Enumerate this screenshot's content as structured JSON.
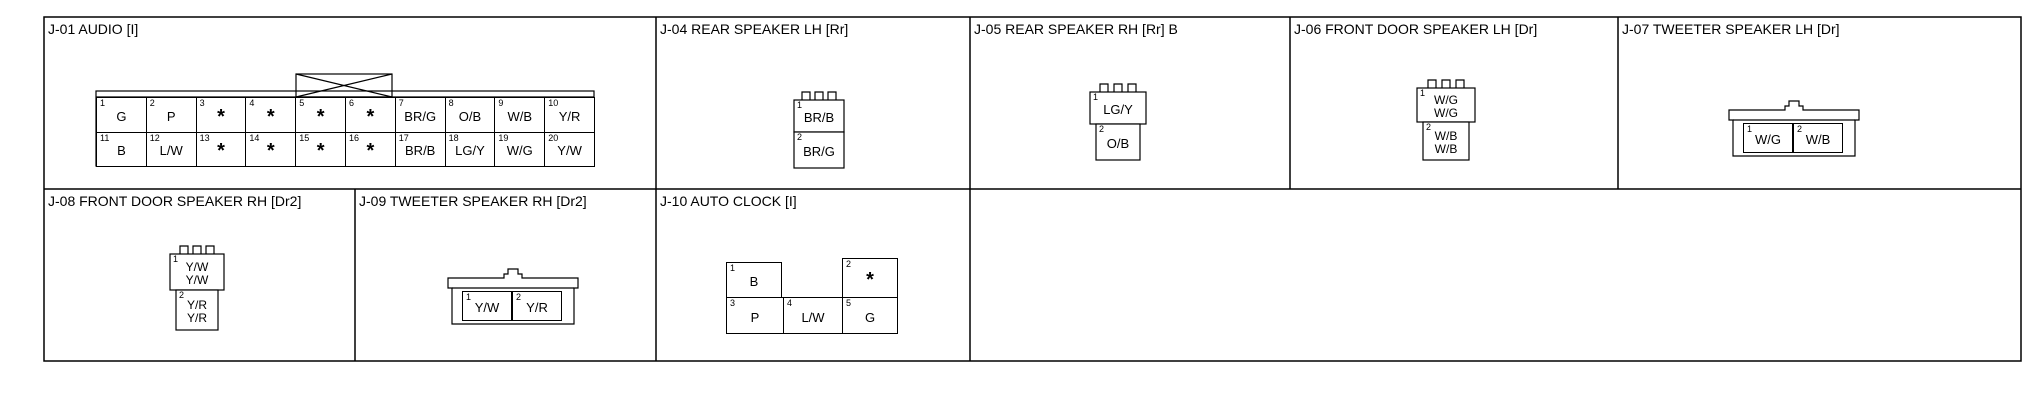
{
  "connectors": [
    {
      "id": "j01",
      "title": "J-01 AUDIO [I]",
      "pins": [
        {
          "n": "1",
          "w": "G"
        },
        {
          "n": "2",
          "w": "P"
        },
        {
          "n": "3",
          "w": "*"
        },
        {
          "n": "4",
          "w": "*"
        },
        {
          "n": "5",
          "w": "*"
        },
        {
          "n": "6",
          "w": "*"
        },
        {
          "n": "7",
          "w": "BR/G"
        },
        {
          "n": "8",
          "w": "O/B"
        },
        {
          "n": "9",
          "w": "W/B"
        },
        {
          "n": "10",
          "w": "Y/R"
        },
        {
          "n": "11",
          "w": "B"
        },
        {
          "n": "12",
          "w": "L/W"
        },
        {
          "n": "13",
          "w": "*"
        },
        {
          "n": "14",
          "w": "*"
        },
        {
          "n": "15",
          "w": "*"
        },
        {
          "n": "16",
          "w": "*"
        },
        {
          "n": "17",
          "w": "BR/B"
        },
        {
          "n": "18",
          "w": "LG/Y"
        },
        {
          "n": "19",
          "w": "W/G"
        },
        {
          "n": "20",
          "w": "Y/W"
        }
      ]
    },
    {
      "id": "j04",
      "title": "J-04 REAR SPEAKER LH [Rr]",
      "pins": [
        {
          "n": "1",
          "w": "BR/B"
        },
        {
          "n": "2",
          "w": "BR/G"
        }
      ]
    },
    {
      "id": "j05",
      "title": "J-05 REAR SPEAKER RH [Rr] B",
      "pins": [
        {
          "n": "1",
          "w": "LG/Y"
        },
        {
          "n": "2",
          "w": "O/B"
        }
      ]
    },
    {
      "id": "j06",
      "title": "J-06 FRONT DOOR SPEAKER LH [Dr]",
      "pins": [
        {
          "n": "1",
          "w": "W/G\nW/G"
        },
        {
          "n": "2",
          "w": "W/B\nW/B"
        }
      ]
    },
    {
      "id": "j07",
      "title": "J-07 TWEETER SPEAKER LH [Dr]",
      "pins": [
        {
          "n": "1",
          "w": "W/G"
        },
        {
          "n": "2",
          "w": "W/B"
        }
      ]
    },
    {
      "id": "j08",
      "title": "J-08 FRONT DOOR SPEAKER RH [Dr2]",
      "pins": [
        {
          "n": "1",
          "w": "Y/W\nY/W"
        },
        {
          "n": "2",
          "w": "Y/R\nY/R"
        }
      ]
    },
    {
      "id": "j09",
      "title": "J-09 TWEETER SPEAKER RH [Dr2]",
      "pins": [
        {
          "n": "1",
          "w": "Y/W"
        },
        {
          "n": "2",
          "w": "Y/R"
        }
      ]
    },
    {
      "id": "j10",
      "title": "J-10 AUTO CLOCK [I]",
      "pins": [
        {
          "n": "1",
          "w": "B"
        },
        {
          "n": "2",
          "w": "*"
        },
        {
          "n": "3",
          "w": "P"
        },
        {
          "n": "4",
          "w": "L/W"
        },
        {
          "n": "5",
          "w": "G"
        }
      ]
    }
  ]
}
